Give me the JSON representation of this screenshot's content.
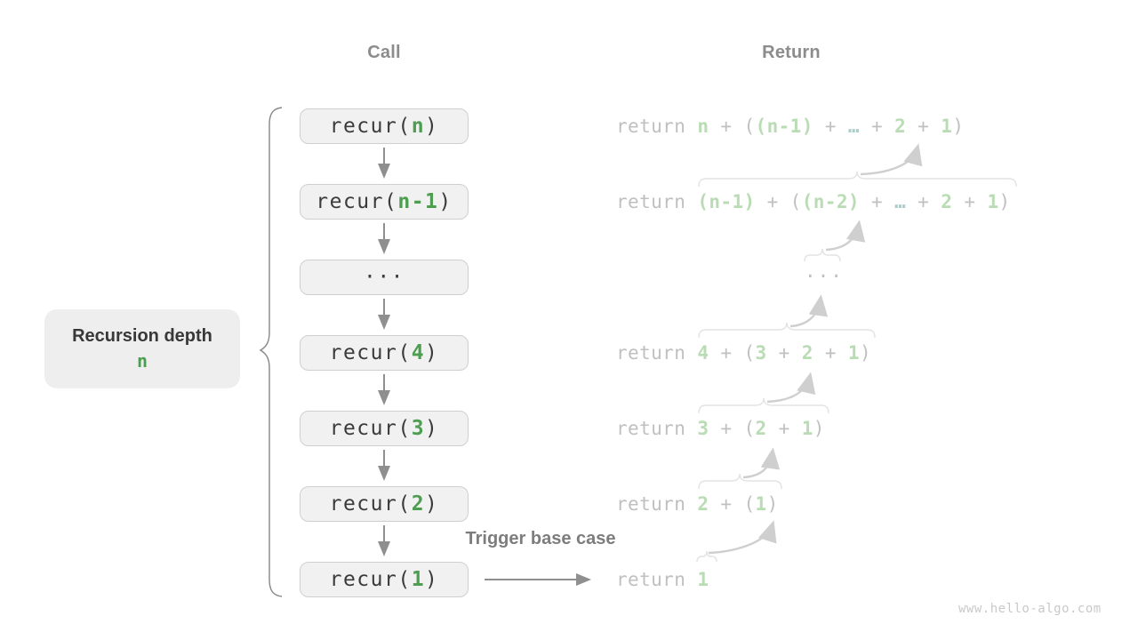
{
  "headers": {
    "call": "Call",
    "return": "Return"
  },
  "depth_label": {
    "title": "Recursion depth",
    "value": "n"
  },
  "trigger_label": "Trigger base case",
  "watermark": "www.hello-algo.com",
  "colors": {
    "green": "#4d9e50",
    "dark": "#3b3b3b",
    "header_gray": "#8c8c8c",
    "box_fill": "#f1f1f1",
    "box_border": "#cfcfcf",
    "ret_gray": "#c0c0c0",
    "ret_green": "#b9dcb4",
    "ret_teal": "#a6d0cd",
    "arrow_gray": "#8f8f8f",
    "arrow_light": "#cfcfcf",
    "brace_light": "#e3e3e3",
    "brace_dark": "#878787",
    "label_bg": "#eeeeee",
    "trigger_gray": "#7d7d7d",
    "watermark_gray": "#c9c9c9"
  },
  "call_stack": [
    {
      "tokens": [
        {
          "t": "recur(",
          "c": "dark"
        },
        {
          "t": "n",
          "c": "green"
        },
        {
          "t": ")",
          "c": "dark"
        }
      ]
    },
    {
      "tokens": [
        {
          "t": "recur(",
          "c": "dark"
        },
        {
          "t": "n-1",
          "c": "green"
        },
        {
          "t": ")",
          "c": "dark"
        }
      ]
    },
    {
      "tokens": [
        {
          "t": "···",
          "c": "dark"
        }
      ]
    },
    {
      "tokens": [
        {
          "t": "recur(",
          "c": "dark"
        },
        {
          "t": "4",
          "c": "green"
        },
        {
          "t": ")",
          "c": "dark"
        }
      ]
    },
    {
      "tokens": [
        {
          "t": "recur(",
          "c": "dark"
        },
        {
          "t": "3",
          "c": "green"
        },
        {
          "t": ")",
          "c": "dark"
        }
      ]
    },
    {
      "tokens": [
        {
          "t": "recur(",
          "c": "dark"
        },
        {
          "t": "2",
          "c": "green"
        },
        {
          "t": ")",
          "c": "dark"
        }
      ]
    },
    {
      "tokens": [
        {
          "t": "recur(",
          "c": "dark"
        },
        {
          "t": "1",
          "c": "green"
        },
        {
          "t": ")",
          "c": "dark"
        }
      ]
    }
  ],
  "return_lines": [
    {
      "tokens": [
        {
          "t": "return ",
          "c": "g"
        },
        {
          "t": "n",
          "c": "gr"
        },
        {
          "t": " + ",
          "c": "g"
        },
        {
          "t": "(",
          "c": "g"
        },
        {
          "t": "(n-1)",
          "c": "gr"
        },
        {
          "t": " + ",
          "c": "g"
        },
        {
          "t": "…",
          "c": "te"
        },
        {
          "t": " + ",
          "c": "g"
        },
        {
          "t": "2",
          "c": "gr"
        },
        {
          "t": " + ",
          "c": "g"
        },
        {
          "t": "1",
          "c": "gr"
        },
        {
          "t": ")",
          "c": "g"
        }
      ]
    },
    {
      "tokens": [
        {
          "t": "return ",
          "c": "g"
        },
        {
          "t": "(n-1)",
          "c": "gr"
        },
        {
          "t": " + ",
          "c": "g"
        },
        {
          "t": "(",
          "c": "g"
        },
        {
          "t": "(n-2)",
          "c": "gr"
        },
        {
          "t": " + ",
          "c": "g"
        },
        {
          "t": "…",
          "c": "te"
        },
        {
          "t": " + ",
          "c": "g"
        },
        {
          "t": "2",
          "c": "gr"
        },
        {
          "t": " + ",
          "c": "g"
        },
        {
          "t": "1",
          "c": "gr"
        },
        {
          "t": ")",
          "c": "g"
        }
      ]
    },
    {
      "tokens": [
        {
          "t": "···",
          "c": "g"
        }
      ]
    },
    {
      "tokens": [
        {
          "t": "return ",
          "c": "g"
        },
        {
          "t": "4",
          "c": "gr"
        },
        {
          "t": " + ",
          "c": "g"
        },
        {
          "t": "(",
          "c": "g"
        },
        {
          "t": "3",
          "c": "gr"
        },
        {
          "t": " + ",
          "c": "g"
        },
        {
          "t": "2",
          "c": "gr"
        },
        {
          "t": " + ",
          "c": "g"
        },
        {
          "t": "1",
          "c": "gr"
        },
        {
          "t": ")",
          "c": "g"
        }
      ]
    },
    {
      "tokens": [
        {
          "t": "return ",
          "c": "g"
        },
        {
          "t": "3",
          "c": "gr"
        },
        {
          "t": " + ",
          "c": "g"
        },
        {
          "t": "(",
          "c": "g"
        },
        {
          "t": "2",
          "c": "gr"
        },
        {
          "t": " + ",
          "c": "g"
        },
        {
          "t": "1",
          "c": "gr"
        },
        {
          "t": ")",
          "c": "g"
        }
      ]
    },
    {
      "tokens": [
        {
          "t": "return ",
          "c": "g"
        },
        {
          "t": "2",
          "c": "gr"
        },
        {
          "t": " + ",
          "c": "g"
        },
        {
          "t": "(",
          "c": "g"
        },
        {
          "t": "1",
          "c": "gr"
        },
        {
          "t": ")",
          "c": "g"
        }
      ]
    },
    {
      "tokens": [
        {
          "t": "return ",
          "c": "g"
        },
        {
          "t": "1",
          "c": "gr"
        }
      ]
    }
  ]
}
